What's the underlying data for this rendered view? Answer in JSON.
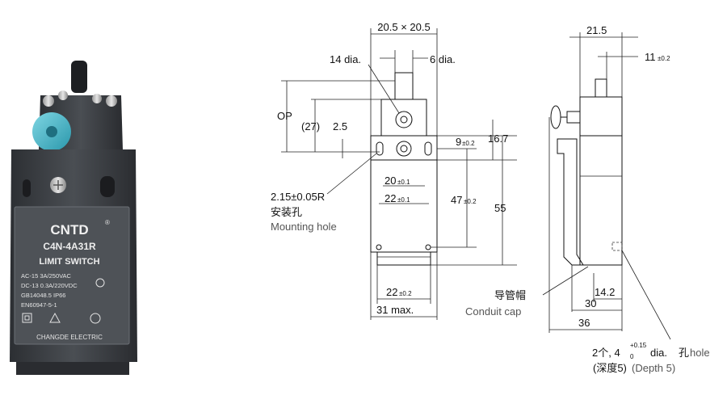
{
  "photo": {
    "brand": "CNTD",
    "registered_mark": "®",
    "model": "C4N-4A31R",
    "product_type": "LIMIT SWITCH",
    "rating_ac": "AC-15  3A/250VAC",
    "rating_dc": "DC-13  0.3A/220VDC",
    "standard_gb": "GB14048.5  IP66",
    "standard_en": "EN60947-5-1",
    "manufacturer": "CHANGDE ELECTRIC",
    "colors": {
      "body": "#3a3d41",
      "label": "#4e5257",
      "cap": "#3fb3c8",
      "text": "#e8e8e8"
    }
  },
  "front_view": {
    "dim_top": "20.5 × 20.5",
    "dim_roller_dia": "14 dia.",
    "dim_shaft_dia": "6 dia.",
    "dim_op": "OP",
    "dim_27": "(27)",
    "dim_2_5": "2.5",
    "dim_9": "9",
    "dim_9_tol": "±0.2",
    "dim_16_7": "16.7",
    "dim_20": "20",
    "dim_20_tol": "±0.1",
    "dim_22_inner": "22",
    "dim_22_inner_tol": "±0.1",
    "dim_47": "47",
    "dim_47_tol": "±0.2",
    "dim_55": "55",
    "dim_22_bottom": "22",
    "dim_22_bottom_tol": "±0.2",
    "dim_31_max": "31 max.",
    "hole_dim": "2.15±0.05R",
    "hole_cn": "安装孔",
    "hole_en": "Mounting hole"
  },
  "side_view": {
    "dim_21_5": "21.5",
    "dim_11": "11",
    "dim_11_tol": "±0.2",
    "dim_14_2": "14.2",
    "dim_30": "30",
    "dim_36": "36",
    "cap_cn": "导管帽",
    "cap_en": "Conduit cap",
    "hole_note_prefix": "2个, 4",
    "hole_note_sup": "+0.15",
    "hole_note_sub": "0",
    "hole_note_suffix_a": " dia.",
    "hole_note_cn": "孔",
    "hole_note_en": "hole",
    "depth_cn": "(深度5)",
    "depth_en": " (Depth 5)"
  }
}
